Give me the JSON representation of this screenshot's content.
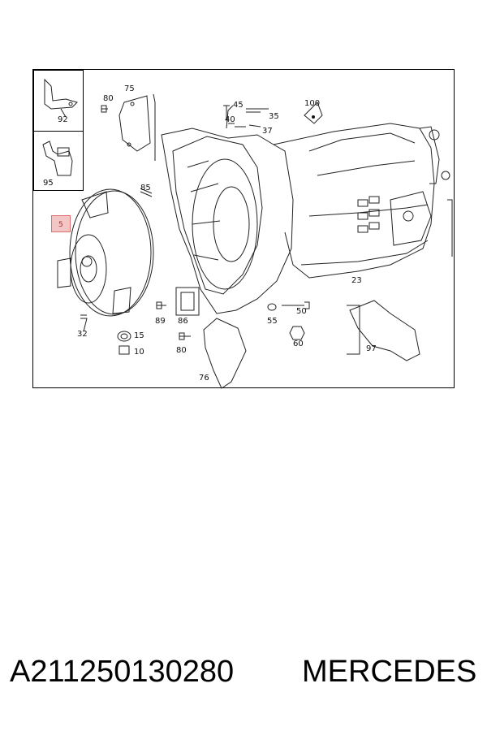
{
  "diagram": {
    "callouts": [
      {
        "id": "c92",
        "label": "92"
      },
      {
        "id": "c95",
        "label": "95"
      },
      {
        "id": "c75",
        "label": "75"
      },
      {
        "id": "c80a",
        "label": "80"
      },
      {
        "id": "c85",
        "label": "85"
      },
      {
        "id": "c45",
        "label": "45"
      },
      {
        "id": "c35",
        "label": "35"
      },
      {
        "id": "c40",
        "label": "40"
      },
      {
        "id": "c37",
        "label": "37"
      },
      {
        "id": "c100",
        "label": "100"
      },
      {
        "id": "c23",
        "label": "23"
      },
      {
        "id": "c50",
        "label": "50"
      },
      {
        "id": "c55",
        "label": "55"
      },
      {
        "id": "c60",
        "label": "60"
      },
      {
        "id": "c97",
        "label": "97"
      },
      {
        "id": "c76",
        "label": "76"
      },
      {
        "id": "c86",
        "label": "86"
      },
      {
        "id": "c89",
        "label": "89"
      },
      {
        "id": "c80b",
        "label": "80"
      },
      {
        "id": "c32",
        "label": "32"
      },
      {
        "id": "c15",
        "label": "15"
      },
      {
        "id": "c10",
        "label": "10"
      }
    ],
    "highlighted_callout": "5"
  },
  "footer": {
    "part_number": "A211250130280",
    "brand": "MERCEDES"
  }
}
